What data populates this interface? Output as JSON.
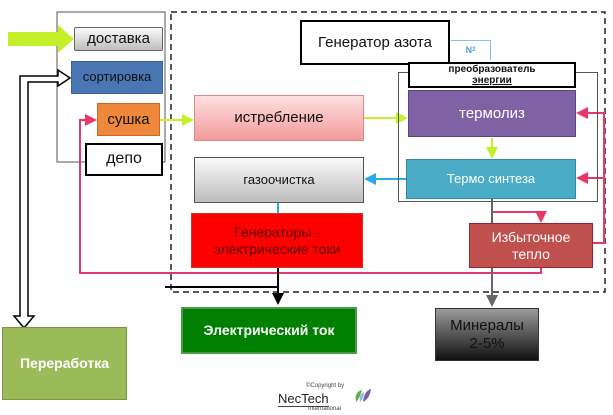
{
  "diagram": {
    "input": {
      "delivery": "доставка",
      "sorting": "сортировка",
      "drying": "сушка",
      "depot": "депо"
    },
    "process": {
      "destruction": "истребление",
      "gas_cleaning": "газоочистка",
      "generators_line1": "Генераторы -",
      "generators_line2": "электрические токи",
      "nitrogen_generator": "Генератор азота",
      "nitrogen_label": "N",
      "nitrogen_sub": "2",
      "converter_line1": "преобразователь",
      "converter_line2": "энергии",
      "thermolysis": "термолиз",
      "thermo_synthesis": "Термо синтеза",
      "excess_heat_line1": "Избыточное",
      "excess_heat_line2": "тепло"
    },
    "outputs": {
      "electric_current": "Электрический ток",
      "minerals_line1": "Минералы",
      "minerals_line2": "2-5%",
      "processing": "Переработка"
    },
    "copyright": {
      "line1": "©Copyright by",
      "brand": "NecTech",
      "line3": "International"
    },
    "colors": {
      "flow_green": "#c6ef2b",
      "flow_pink": "#e8386a",
      "flow_blue": "#2aa8e8",
      "flow_gray": "#666666"
    }
  }
}
